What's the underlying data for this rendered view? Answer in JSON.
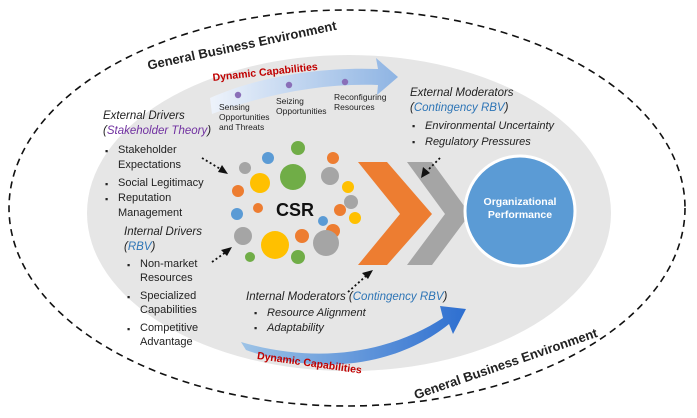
{
  "environment": {
    "label_top": "General Business Environment",
    "label_bottom": "General Business Environment"
  },
  "dynamic_capabilities": {
    "top_label": "Dynamic Capabilities",
    "bottom_label": "Dynamic Capabilities",
    "steps": [
      "Sensing\nOpportunities\nand Threats",
      "Seizing\nOpportunities",
      "Reconfiguring\nResources"
    ]
  },
  "external_drivers": {
    "title": "External Drivers",
    "theory": "Stakeholder Theory",
    "items": [
      "Stakeholder\nExpectations",
      "Social Legitimacy",
      "Reputation\nManagement"
    ]
  },
  "internal_drivers": {
    "title": "Internal Drivers",
    "theory": "RBV",
    "items": [
      "Non-market\nResources",
      "Specialized\nCapabilities",
      "Competitive\nAdvantage"
    ]
  },
  "external_moderators": {
    "title": "External Moderators",
    "theory": "Contingency RBV",
    "items": [
      "Environmental Uncertainty",
      "Regulatory Pressures"
    ]
  },
  "internal_moderators": {
    "title": "Internal Moderators",
    "theory": "Contingency RBV",
    "items": [
      "Resource Alignment",
      "Adaptability"
    ]
  },
  "center_label": "CSR",
  "outcome_label": "Organizational\nPerformance",
  "colors": {
    "gray_ellipse": "#e6e6e6",
    "orange": "#ed7d31",
    "gold": "#ffc000",
    "green": "#70ad47",
    "blue": "#5b9bd5",
    "gray_circle": "#a5a5a5",
    "dynamic_red": "#c00000",
    "stakeholder_purple": "#7030a0",
    "rbv_blue": "#2e75b6",
    "arrow_gray": "#a5a5a5"
  }
}
